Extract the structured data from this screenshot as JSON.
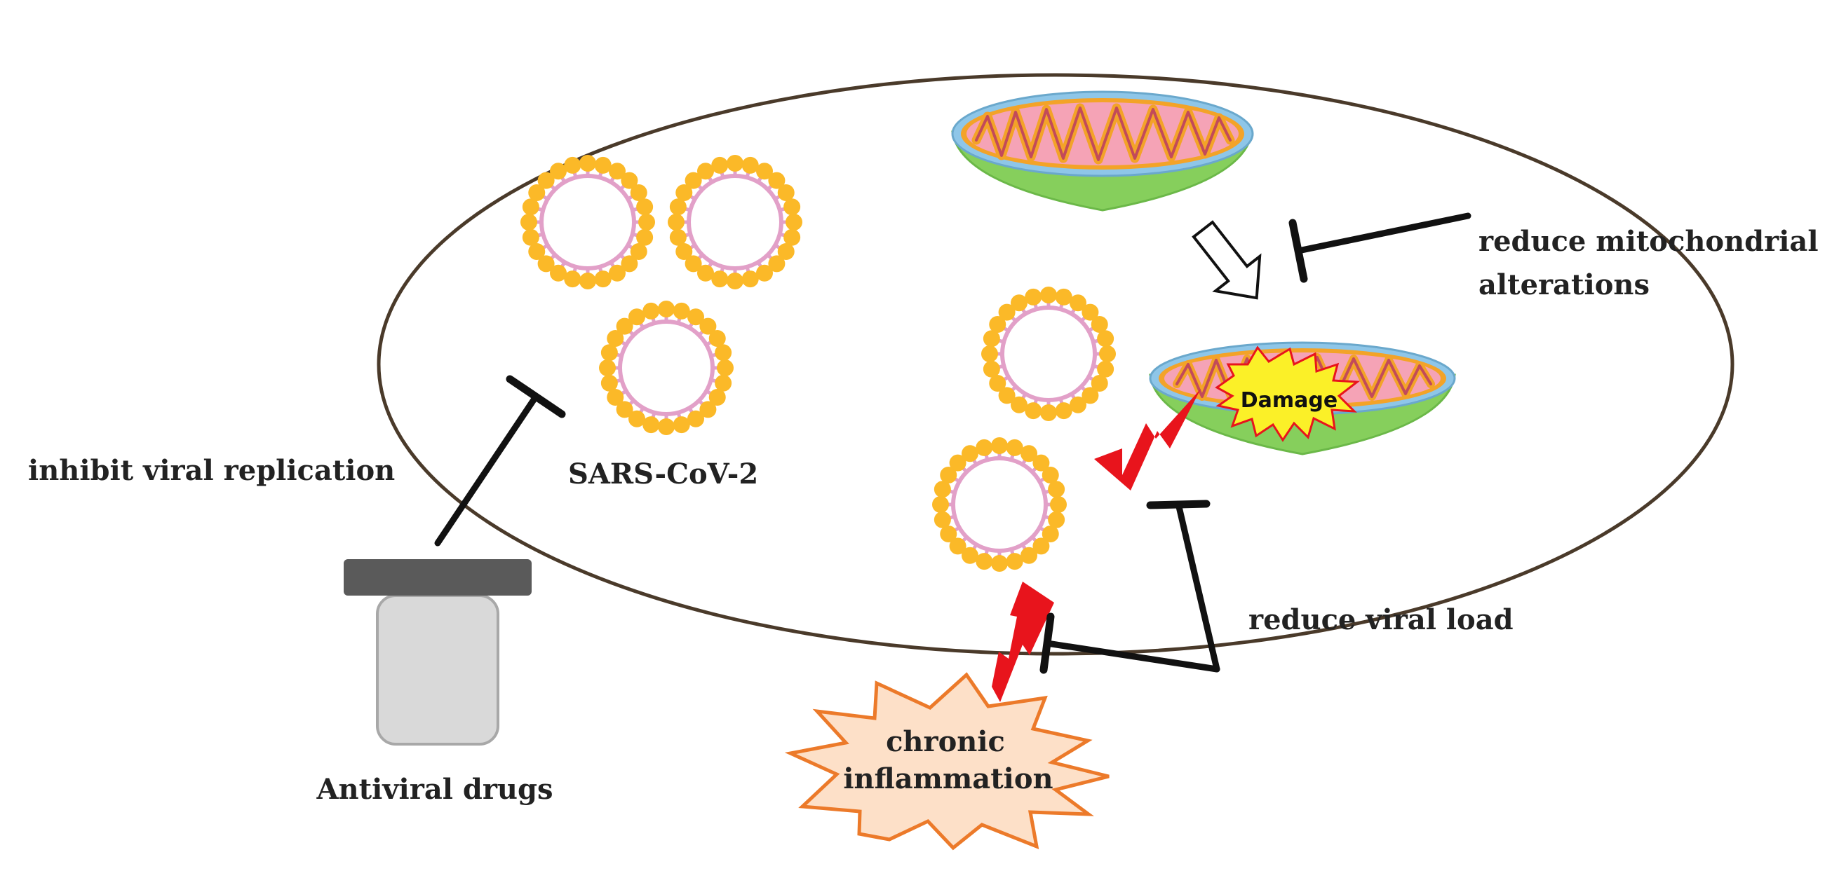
{
  "labels": {
    "inhibit": "inhibit viral replication",
    "virus": "SARS-CoV-2",
    "drugs": "Antiviral drugs",
    "mito_line1": "reduce mitochondrial",
    "mito_line2": "alterations",
    "viral_load": "reduce viral load",
    "inflam_line1": "chronic",
    "inflam_line2": "inflammation",
    "damage": "Damage"
  },
  "colors": {
    "cell_outline": "#4a3a2a",
    "virus_spike": "#fbb928",
    "virus_membrane": "#e2a0c8",
    "mito_outer": "#86cf5c",
    "mito_membrane": "#8ec6e8",
    "mito_inner": "#f5a3b6",
    "mito_cristae_edge": "#f3a328",
    "damage_burst": "#fbf028",
    "bolt": "#e8141c",
    "inflammation_fill": "#fde0c8",
    "inflammation_edge": "#ec7a2a",
    "drug_cap": "#5a5a5a",
    "drug_body": "#d9d9d9",
    "inhibitor": "#111111"
  },
  "icons": [
    "virus-icon",
    "mitochondrion-icon",
    "damaged-mitochondrion-icon",
    "lightning-bolt-icon",
    "drug-bottle-icon",
    "hollow-arrow-icon",
    "inflammation-burst-icon"
  ]
}
